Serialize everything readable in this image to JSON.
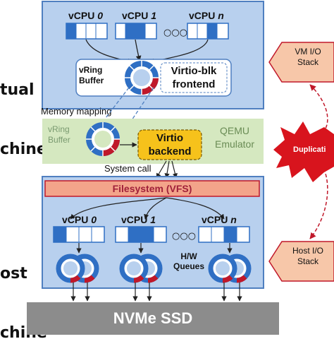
{
  "virtual_machine": {
    "label_line1": "tual",
    "label_line2": "chine",
    "vcpus": [
      {
        "name": "vCPU ",
        "index": "0"
      },
      {
        "name": "vCPU ",
        "index": "1"
      },
      {
        "name": "vCPU ",
        "index": "n"
      }
    ],
    "ellipsis": "○○○",
    "vring_buffer": "vRing\nBuffer",
    "frontend": "Virtio-blk\nfrontend"
  },
  "memory_mapping": "Memory mapping",
  "qemu": {
    "vring_buffer": "vRing\nBuffer",
    "backend": "Virtio\nbackend",
    "emulator": "QEMU\nEmulator"
  },
  "system_call": "System call",
  "host_machine": {
    "label_line1": "ost",
    "label_line2": "chine",
    "filesystem": "Filesystem (VFS)",
    "vcpus": [
      {
        "name": "vCPU ",
        "index": "0"
      },
      {
        "name": "vCPU ",
        "index": "1"
      },
      {
        "name": "vCPU ",
        "index": "n"
      }
    ],
    "ellipsis": "○○○",
    "hw_queues": "H/W\nQueues"
  },
  "storage": "NVMe SSD",
  "right_panel": {
    "vm_io_stack": "VM I/O\nStack",
    "duplication": "Duplicati",
    "host_io_stack": "Host I/O\nStack"
  },
  "colors": {
    "box_blue": "#b8d0ee",
    "box_border": "#4f7fc0",
    "qemu_green": "#d5e8c0",
    "backend_yellow": "#f6c21b",
    "filesystem_red": "#f3a48a",
    "stack_orange": "#f7c7a9",
    "burst_red": "#d8141d",
    "ssd_gray": "#8c8c8c",
    "queue_cell_blue": "#2f6fc4"
  }
}
